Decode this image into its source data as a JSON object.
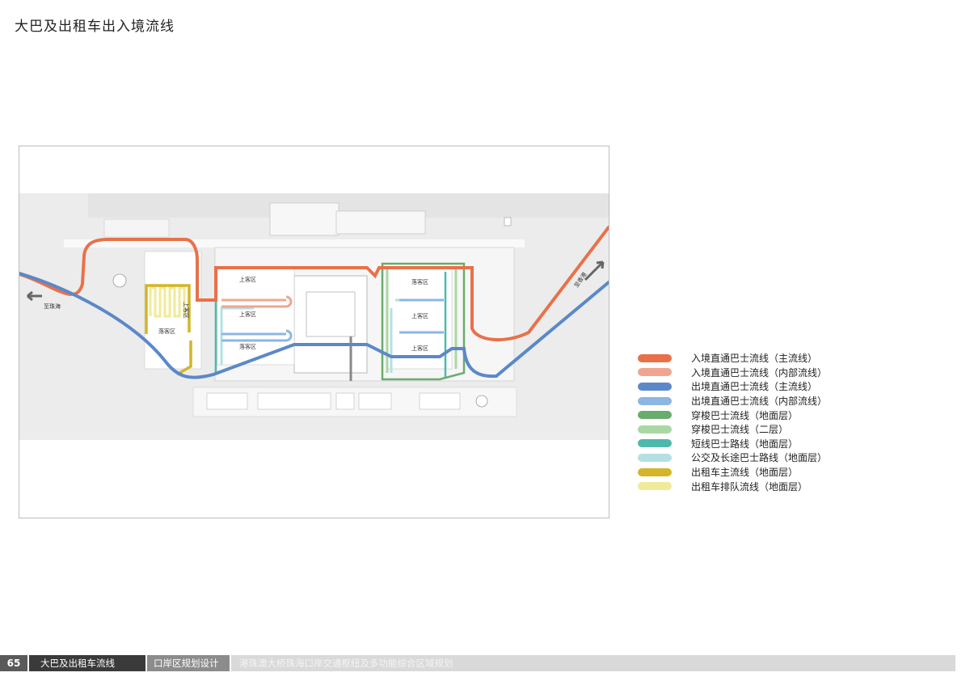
{
  "page": {
    "title": "大巴及出租车出入境流线"
  },
  "map": {
    "zone_labels": {
      "pickup_left_top": "上客区",
      "pickup_left_mid": "上客区",
      "dropoff_left_low": "落客区",
      "dropoff_right_top": "落客区",
      "pickup_right_mid": "上客区",
      "pickup_right_low": "上客区",
      "taxi_dropoff": "落客区",
      "taxi_pickup": "上客区"
    },
    "direction_labels": {
      "to_zhuhai": "至珠海",
      "to_hongkong": "至香港"
    }
  },
  "legend": {
    "items": [
      {
        "label": "入境直通巴士流线（主流线）",
        "color": "#e8714a"
      },
      {
        "label": "入境直通巴士流线（内部流线）",
        "color": "#f1a591"
      },
      {
        "label": "出境直通巴士流线（主流线）",
        "color": "#5b88c9"
      },
      {
        "label": "出境直通巴士流线（内部流线）",
        "color": "#8cb6e3"
      },
      {
        "label": "穿梭巴士流线（地面层）",
        "color": "#6aab6e"
      },
      {
        "label": "穿梭巴士流线（二层）",
        "color": "#a9d8a3"
      },
      {
        "label": "短线巴士路线（地面层）",
        "color": "#4fb8ad"
      },
      {
        "label": "公交及长途巴士路线（地面层）",
        "color": "#b4e0e3"
      },
      {
        "label": "出租车主流线（地面层）",
        "color": "#d4b527"
      },
      {
        "label": "出租车排队流线（地面层）",
        "color": "#efeb98"
      }
    ]
  },
  "footer": {
    "page_number": "65",
    "section": "大巴及出租车流线",
    "subsection": "口岸区规划设计",
    "project": "港珠澳大桥珠海口岸交通枢纽及多功能综合区域规划"
  }
}
